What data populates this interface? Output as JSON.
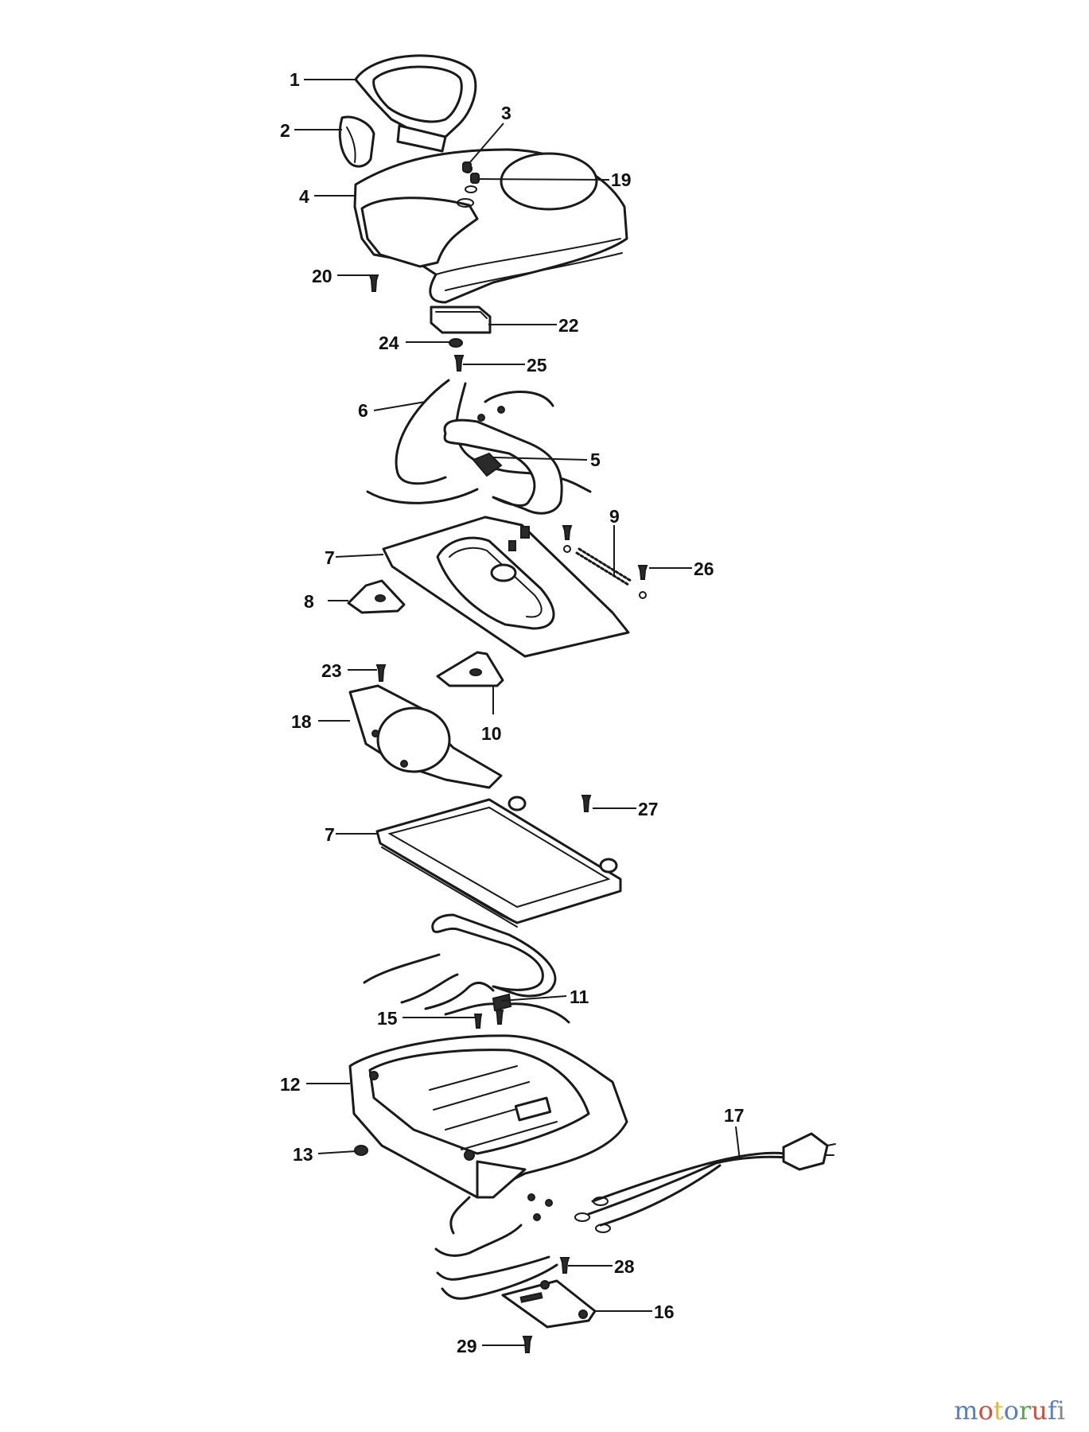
{
  "diagram": {
    "labels": [
      {
        "id": "1",
        "text": "1"
      },
      {
        "id": "2",
        "text": "2"
      },
      {
        "id": "3",
        "text": "3"
      },
      {
        "id": "19",
        "text": "19"
      },
      {
        "id": "4",
        "text": "4"
      },
      {
        "id": "20",
        "text": "20"
      },
      {
        "id": "22",
        "text": "22"
      },
      {
        "id": "24",
        "text": "24"
      },
      {
        "id": "25",
        "text": "25"
      },
      {
        "id": "6",
        "text": "6"
      },
      {
        "id": "5",
        "text": "5"
      },
      {
        "id": "9",
        "text": "9"
      },
      {
        "id": "7a",
        "text": "7"
      },
      {
        "id": "26",
        "text": "26"
      },
      {
        "id": "8",
        "text": "8"
      },
      {
        "id": "23",
        "text": "23"
      },
      {
        "id": "10",
        "text": "10"
      },
      {
        "id": "18",
        "text": "18"
      },
      {
        "id": "27",
        "text": "27"
      },
      {
        "id": "7b",
        "text": "7"
      },
      {
        "id": "11",
        "text": "11"
      },
      {
        "id": "15",
        "text": "15"
      },
      {
        "id": "12",
        "text": "12"
      },
      {
        "id": "17",
        "text": "17"
      },
      {
        "id": "13",
        "text": "13"
      },
      {
        "id": "28",
        "text": "28"
      },
      {
        "id": "16",
        "text": "16"
      },
      {
        "id": "29",
        "text": "29"
      }
    ]
  },
  "watermark": {
    "letters": [
      "m",
      "o",
      "t",
      "o",
      "r",
      "u",
      "f",
      "i"
    ],
    "colors": [
      "#5b7dc6",
      "#d64b3c",
      "#e3b534",
      "#5b7dc6",
      "#5aa454",
      "#d64b3c",
      "#5b7dc6",
      "#888888"
    ]
  }
}
